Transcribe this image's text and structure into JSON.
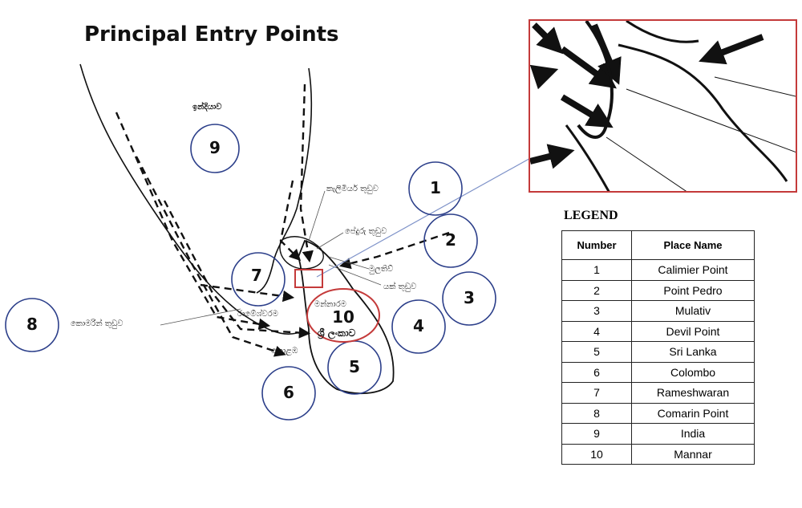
{
  "title": "Principal Entry Points",
  "map_labels": {
    "india": "ඉන්දියාව",
    "calimier": "කැලිමියර් තුඩුව",
    "pedro": "පේදුරු තුඩුව",
    "mulativ": "මුලතිව්",
    "devil": "යක් තුඩුව",
    "mannar": "මන්නාරම",
    "rameshwaram": "රාමේශ්වරම",
    "srilanka": "ශ්‍රී ලංකාව",
    "colombo": "කොළඹ",
    "comarin": "කොමරින් තුඩුව"
  },
  "circle_numbers": [
    "1",
    "2",
    "3",
    "4",
    "5",
    "6",
    "7",
    "8",
    "9",
    "10"
  ],
  "legend": {
    "title": "LEGEND",
    "headers": [
      "Number",
      "Place Name"
    ],
    "rows": [
      [
        "1",
        "Calimier Point"
      ],
      [
        "2",
        "Point Pedro"
      ],
      [
        "3",
        "Mulativ"
      ],
      [
        "4",
        "Devil Point"
      ],
      [
        "5",
        "Sri Lanka"
      ],
      [
        "6",
        "Colombo"
      ],
      [
        "7",
        "Rameshwaran"
      ],
      [
        "8",
        "Comarin Point"
      ],
      [
        "9",
        "India"
      ],
      [
        "10",
        "Mannar"
      ]
    ]
  },
  "colors": {
    "circle": "#2c3f8a",
    "highlight": "#c43a3a",
    "leader": "#7f93c9"
  }
}
